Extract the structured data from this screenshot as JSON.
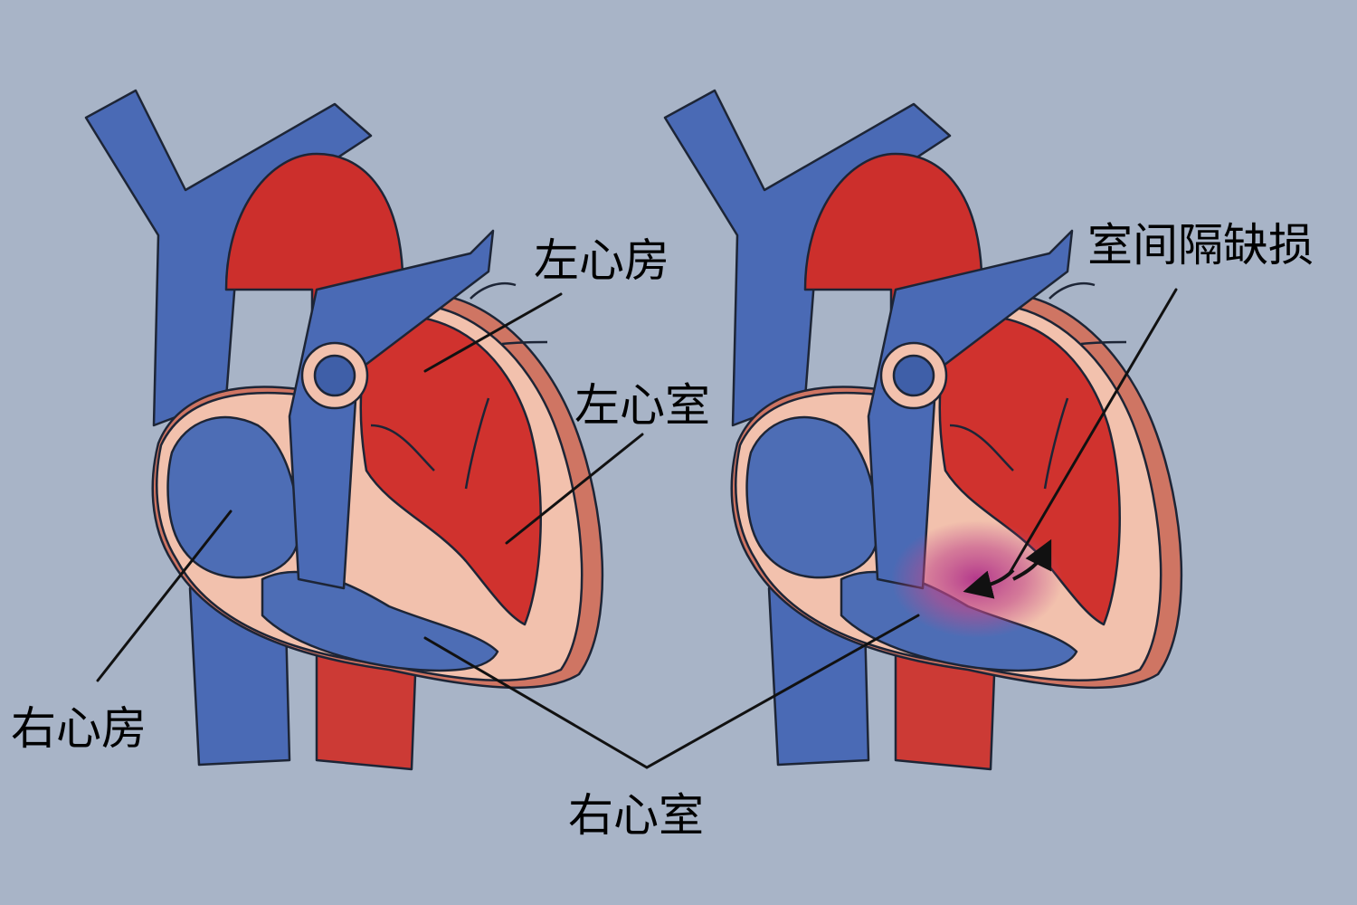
{
  "labels": {
    "left_atrium": "左心房",
    "left_ventricle": "左心室",
    "right_atrium": "右心房",
    "right_ventricle": "右心室",
    "vsd": "室间隔缺损"
  },
  "colors": {
    "background": "#a8b4c7",
    "vein_blue": "#4a6ab5",
    "artery_red": "#cc2f2c",
    "muscle_pink": "#f2c1ad",
    "outer_wall": "#cf7563",
    "defect_purple": "#b0318a"
  }
}
